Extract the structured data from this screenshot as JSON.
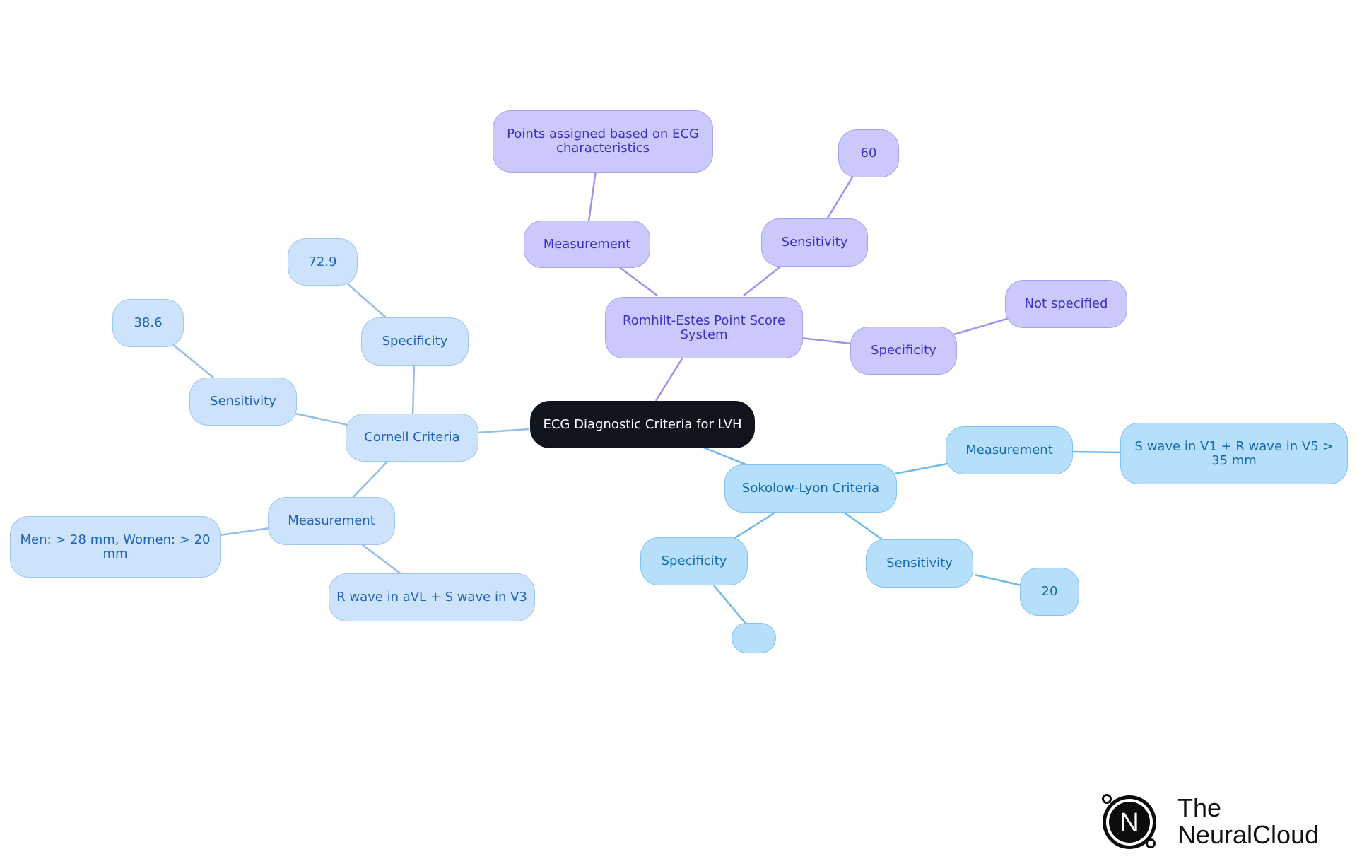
{
  "root": {
    "label": "ECG Diagnostic Criteria for LVH"
  },
  "romhilt": {
    "label": "Romhilt-Estes Point Score System",
    "measurement": {
      "label": "Measurement",
      "value": "Points assigned based on ECG characteristics"
    },
    "sensitivity": {
      "label": "Sensitivity",
      "value": "60"
    },
    "specificity": {
      "label": "Specificity",
      "value": "Not specified"
    }
  },
  "cornell": {
    "label": "Cornell Criteria",
    "specificity": {
      "label": "Specificity",
      "value": "72.9"
    },
    "sensitivity": {
      "label": "Sensitivity",
      "value": "38.6"
    },
    "measurement": {
      "label": "Measurement",
      "value_a": "Men: > 28 mm, Women: > 20 mm",
      "value_b": "R wave in aVL + S wave in V3"
    }
  },
  "sokolow": {
    "label": "Sokolow-Lyon Criteria",
    "measurement": {
      "label": "Measurement",
      "value": "S wave in V1 + R wave in V5 > 35 mm"
    },
    "sensitivity": {
      "label": "Sensitivity",
      "value": "20"
    },
    "specificity": {
      "label": "Specificity",
      "value": ""
    }
  },
  "brand": {
    "line1": "The",
    "line2": "NeuralCloud"
  },
  "colors": {
    "purple_edge": "#9b95ee",
    "blue_edge": "#93bfea",
    "sky_edge": "#6fb8ea",
    "root": "#0f141d"
  }
}
